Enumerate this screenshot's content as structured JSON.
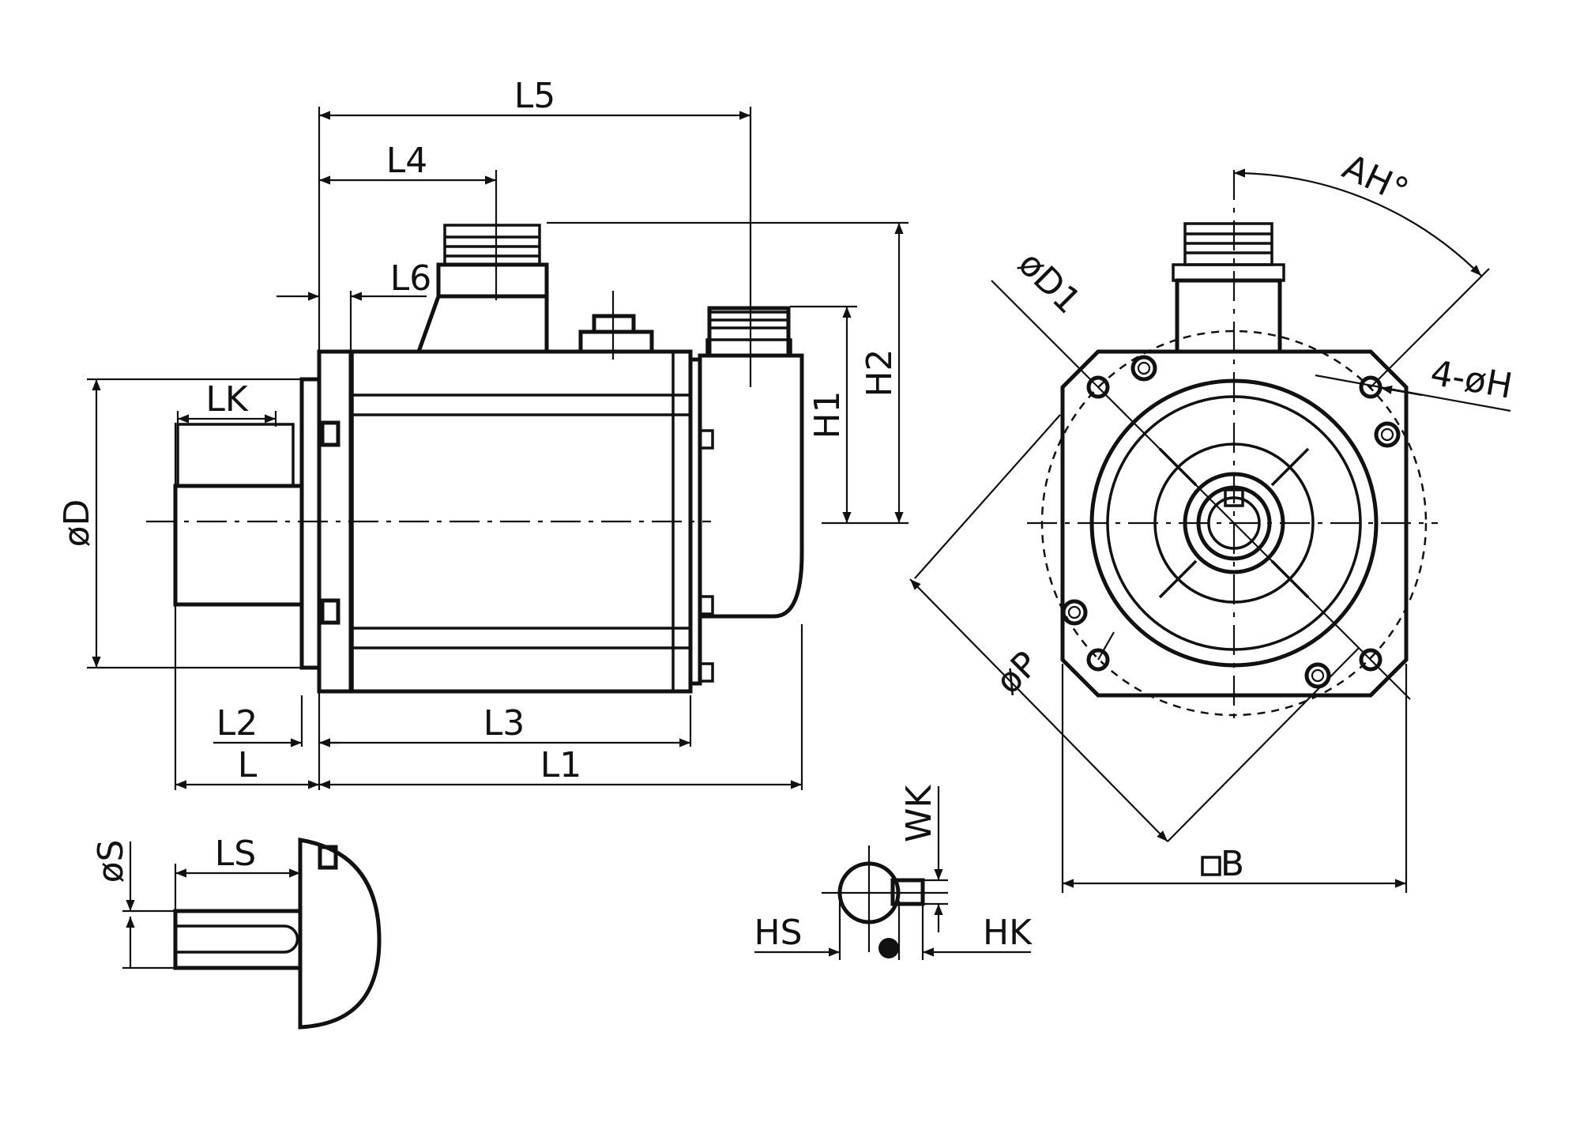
{
  "labels": {
    "L5": "L5",
    "L4": "L4",
    "L6": "L6",
    "LK": "LK",
    "D": "øD",
    "L2": "L2",
    "L": "L",
    "L3": "L3",
    "L1": "L1",
    "H1": "H1",
    "H2": "H2",
    "AH": "AH°",
    "D1": "øD1",
    "H": "4-øH",
    "P": "øP",
    "B": "B",
    "S": "øS",
    "LS": "LS",
    "WK": "WK",
    "HS": "HS",
    "HK": "HK"
  },
  "views": [
    "side-view",
    "front-view",
    "shaft-detail",
    "key-section-detail"
  ]
}
